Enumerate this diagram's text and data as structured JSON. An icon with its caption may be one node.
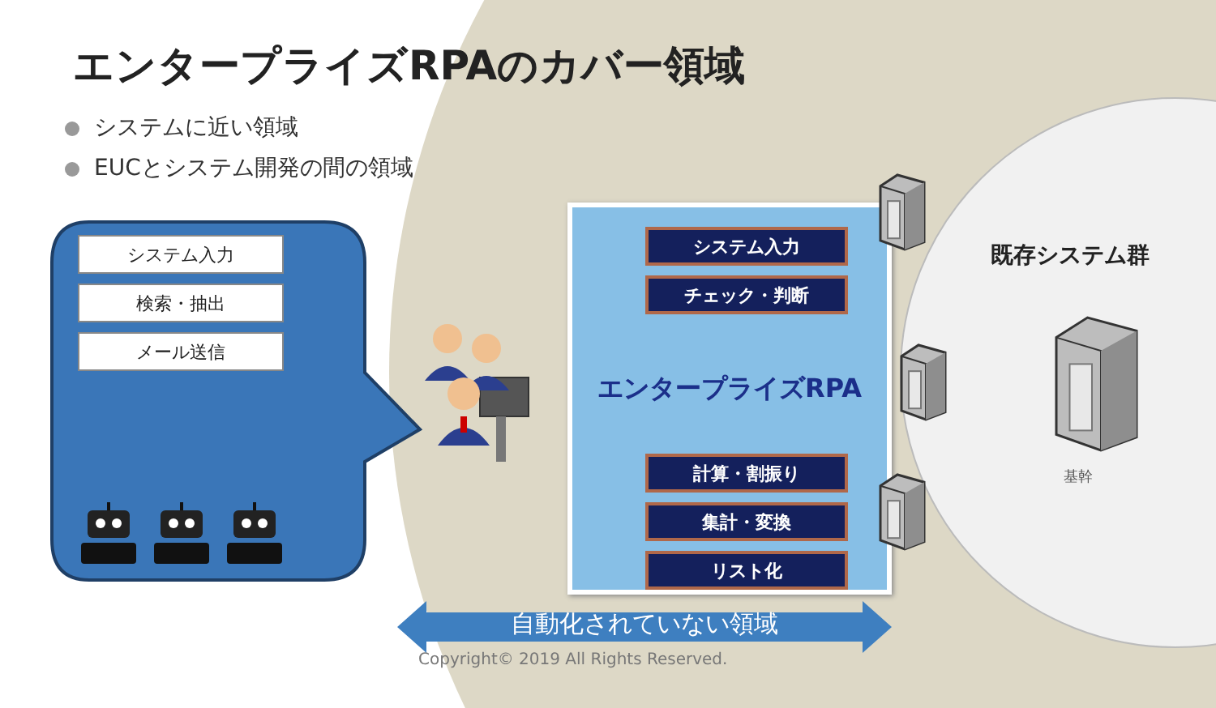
{
  "diagram": {
    "title": "エンタープライズRPAのカバー領域",
    "nodes": [
      {
        "text": [],
        "shape": "callout"
      },
      {
        "text": [
          "システム入力"
        ],
        "in": 0
      },
      {
        "text": [
          "検索・抽出"
        ],
        "in": 0
      },
      {
        "text": [
          "メール送信"
        ],
        "in": 0
      },
      {
        "text": [
          "エンタープライズRPA"
        ]
      },
      {
        "text": [
          "システム入力"
        ],
        "in": 4
      },
      {
        "text": [
          "チェック・判断"
        ],
        "in": 4
      },
      {
        "text": [
          "計算・割振り"
        ],
        "in": 4
      },
      {
        "text": [
          "集計・変換"
        ],
        "in": 4
      },
      {
        "text": [
          "リスト化"
        ],
        "in": 4
      },
      {
        "text": [
          "既存システム群"
        ]
      },
      {
        "text": [],
        "shape": "picture",
        "beside": [
          "基幹"
        ],
        "in": 10
      },
      {
        "text": [
          "自動化されていない領域"
        ]
      }
    ],
    "labels": [
      "システムに近い領域",
      "EUCとシステム開発の間の領域",
      "Copyright© 2019 All Rights Reserved."
    ]
  }
}
